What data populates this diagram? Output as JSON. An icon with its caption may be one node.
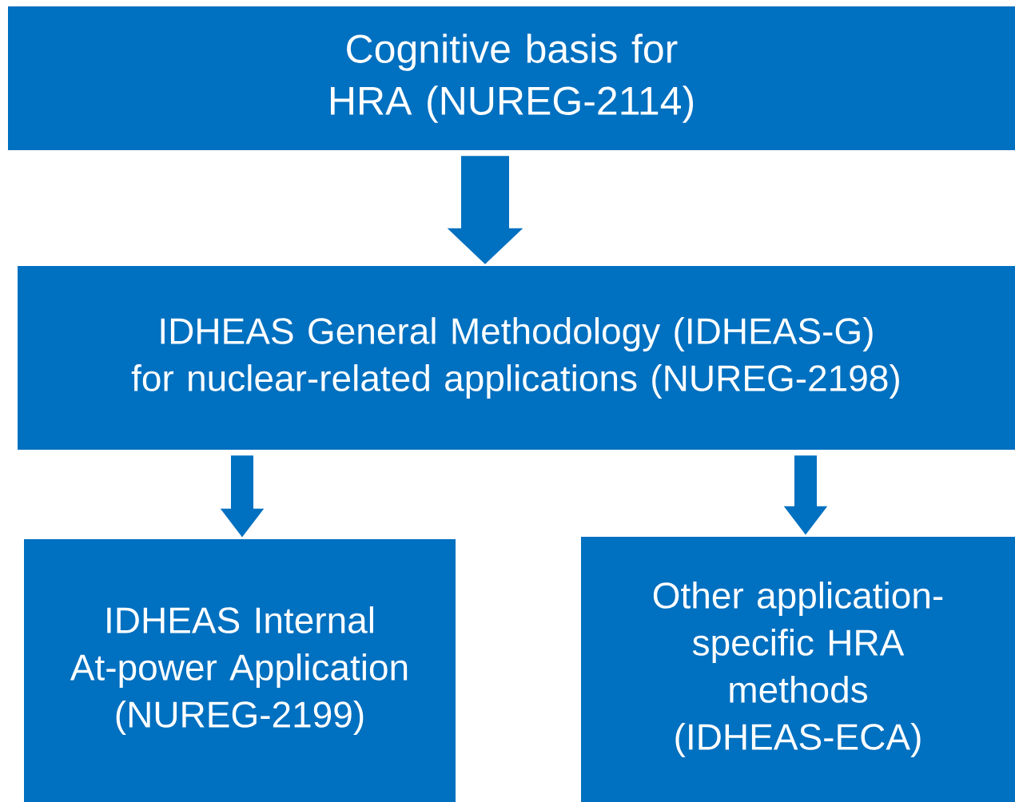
{
  "diagram": {
    "nodes": [
      {
        "text": [
          "Cognitive basis for HRA (NUREG-2114)"
        ]
      },
      {
        "text": [
          "IDHEAS General Methodology (IDHEAS-G) for nuclear-related applications (NUREG-2198)"
        ]
      },
      {
        "text": [
          "IDHEAS Internal At-power Application (NUREG-2199)"
        ]
      },
      {
        "text": [
          "Other application-specific HRA methods (IDHEAS-ECA)"
        ]
      }
    ],
    "edges": [
      {
        "from": 0,
        "to": 1,
        "arrow": "to",
        "style": "thick"
      },
      {
        "from": 1,
        "to": 2,
        "arrow": "to"
      },
      {
        "from": 1,
        "to": 3,
        "arrow": "to"
      }
    ]
  }
}
